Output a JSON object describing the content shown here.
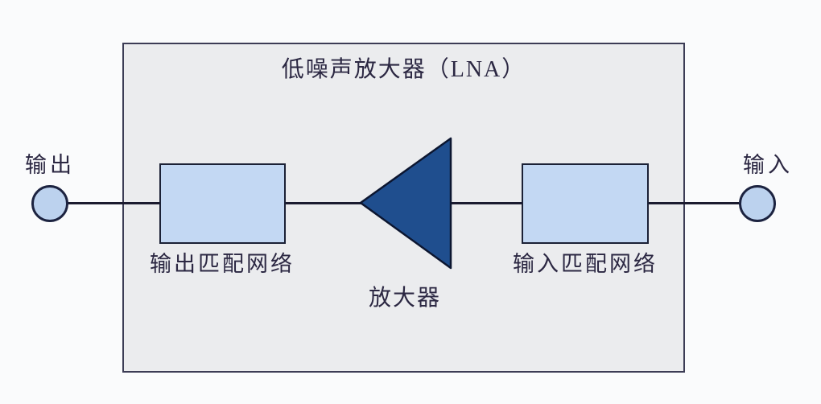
{
  "diagram": {
    "title": "低噪声放大器（LNA）",
    "amplifier_label": "放大器",
    "output_terminal_label": "输出",
    "input_terminal_label": "输入",
    "output_matching_label": "输出匹配网络",
    "input_matching_label": "输入匹配网络",
    "colors": {
      "background": "#fafbfc",
      "lna_box_fill": "#ebecee",
      "lna_box_border": "#3c3c55",
      "matching_box_fill": "#c3d8f3",
      "matching_box_border": "#1b2136",
      "terminal_fill": "#bcd2ee",
      "terminal_border": "#1c2340",
      "amplifier_fill": "#1f4e8e",
      "amplifier_border": "#0c1630",
      "wire": "#1b1b2f",
      "text": "#2b2742"
    }
  }
}
